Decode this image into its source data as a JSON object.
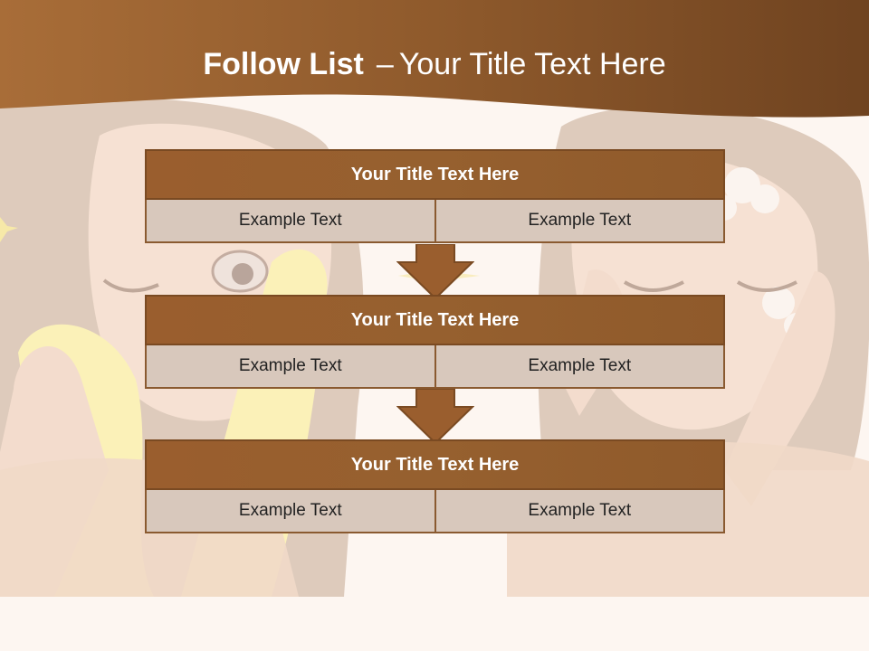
{
  "title": {
    "bold": "Follow List",
    "separator": "–",
    "rest": "Your Title Text Here"
  },
  "blocks": [
    {
      "title": "Your Title Text Here",
      "cells": [
        "Example Text",
        "Example Text"
      ]
    },
    {
      "title": "Your Title Text Here",
      "cells": [
        "Example Text",
        "Example Text"
      ]
    },
    {
      "title": "Your Title Text Here",
      "cells": [
        "Example Text",
        "Example Text"
      ]
    }
  ],
  "colors": {
    "header": "#8e5a2c",
    "block_title": "#9a5e2e",
    "cell": "#d8c8bc",
    "arrow": "#9a5e2e"
  }
}
